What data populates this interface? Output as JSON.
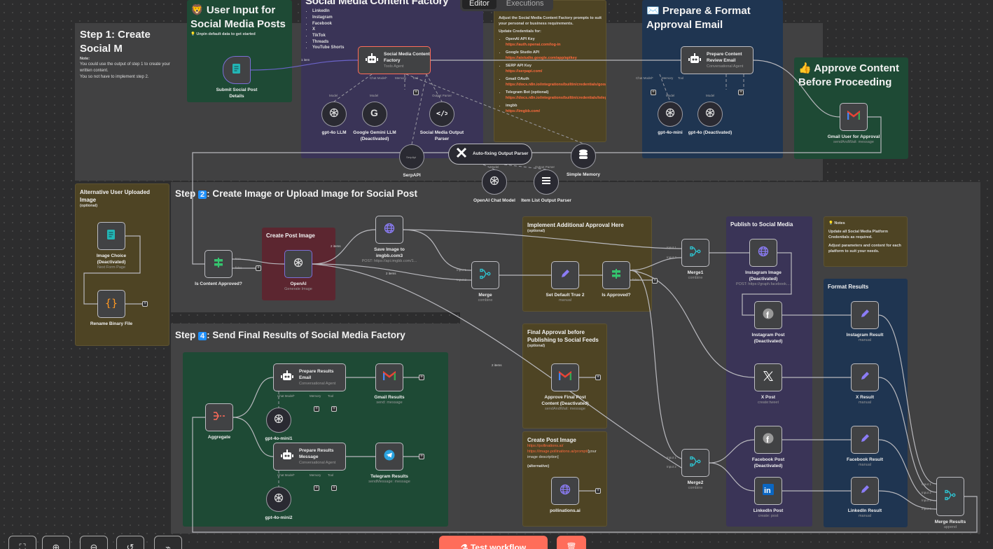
{
  "tabs": {
    "editor": "Editor",
    "executions": "Executions"
  },
  "toolbar": {
    "fit": "⛶",
    "zoom_in": "⊕",
    "zoom_out": "⊖",
    "reset": "↺",
    "tidy": "⌁",
    "test_workflow": "⚗ Test workflow",
    "delete": "🗑"
  },
  "colors": {
    "accent": "#ff6d5a",
    "note_yellow": "#4e4424",
    "note_green": "#1e4a35",
    "note_purple": "#3a3457",
    "note_blue": "#1f3551",
    "note_red": "#5c2630"
  },
  "notes": {
    "step1": {
      "title": "Step 1: Create Social M",
      "note_label": "Note:",
      "line1": "You could use the output of step 1 to create your written content.",
      "line2": "You so not have to implement step 2."
    },
    "user_input": {
      "title": "🦁 User Input for Social Media Posts",
      "hint": "💡 Unpin default data to get started"
    },
    "factory": {
      "title": "Social Media Content Factory",
      "platforms": [
        "LinkedIn",
        "Instagram",
        "Facebook",
        "X",
        "TikTok",
        "Threads",
        "YouTube Shorts"
      ]
    },
    "credentials": {
      "intro": "Adjust the Social Media Content Factory prompts to suit your personal or business requirements.",
      "update": "Update Credentials for:",
      "items": [
        {
          "name": "OpenAI API Key",
          "url": "https://auth.openai.com/log-in"
        },
        {
          "name": "Google Studio API",
          "url": "https://aistudio.google.com/app/apikey"
        },
        {
          "name": "SERP API Key",
          "url": "https://serpapi.com/"
        },
        {
          "name": "Gmail OAuth",
          "url": "https://docs.n8n.io/integrations/builtin/credentials/google/"
        },
        {
          "name": "Telegram Bot (optional)",
          "url": "https://docs.n8n.io/integrations/builtin/credentials/telegram/"
        },
        {
          "name": "imgbb",
          "url": "https://imgbb.com/"
        }
      ]
    },
    "prepare_email": {
      "title": "✉️ Prepare & Format Approval Email"
    },
    "approve": {
      "title": "👍 Approve Content Before Proceeding"
    },
    "alt_upload": {
      "title": "Alternative User Uploaded Image",
      "tag": "(optional)"
    },
    "step2": {
      "title_pre": "Step ",
      "badge": "2",
      "title_post": ": Create Image or Upload Image for Social Post"
    },
    "create_post_image": {
      "title": "Create Post Image"
    },
    "step4": {
      "title_pre": "Step ",
      "badge": "4",
      "title_post": ": Send Final Results of Social Media Factory"
    },
    "additional_approval": {
      "title": "Implement Additional Approval Here",
      "tag": "(optional)"
    },
    "final_approval": {
      "title": "Final Approval before Publishing to Social Feeds",
      "tag": "(optional)"
    },
    "create_post_image2": {
      "title": "Create Post Image",
      "url1": "https://pollinations.ai/",
      "url2": "https://image.pollinations.ai/prompt/",
      "url2_rest": "[your image description]",
      "tag": "(alternative)"
    },
    "publish": {
      "title": "Publish to Social Media"
    },
    "platform_notes": {
      "title": "💡 Notes",
      "line1": "Update all Social Media Platform Credentials as required.",
      "line2": "Adjust parameters and content for each platform to suit your needs."
    },
    "format_results": {
      "title": "Format Results"
    }
  },
  "nodes": {
    "submit": {
      "label": "Submit Social Post Details",
      "sub": "",
      "icon": "form-icon"
    },
    "factory_agent": {
      "label": "Social Media Content Factory",
      "sub": "Tools Agent",
      "icon": "robot-icon"
    },
    "gpt4o_llm": {
      "label": "gpt-4o LLM",
      "sub": "",
      "icon": "openai-icon"
    },
    "gemini": {
      "label": "Google Gemini LLM (Deactivated)",
      "sub": "",
      "icon": "google-icon"
    },
    "social_parser": {
      "label": "Social Media Output Parser",
      "sub": "",
      "icon": "code-icon"
    },
    "serpapi": {
      "label": "SerpAPI",
      "sub": "",
      "icon": "serpapi-icon"
    },
    "autofix": {
      "label": "Auto-fixing Output Parser",
      "sub": "",
      "icon": "tools-icon"
    },
    "memory": {
      "label": "Simple Memory",
      "sub": "",
      "icon": "database-icon"
    },
    "openai_chat": {
      "label": "OpenAI Chat Model",
      "sub": "",
      "icon": "openai-icon"
    },
    "item_list": {
      "label": "Item List Output Parser",
      "sub": "",
      "icon": "list-icon"
    },
    "review_email": {
      "label": "Prepare Content Review Email",
      "sub": "Conversational Agent",
      "icon": "robot-icon"
    },
    "gpt4o_mini": {
      "label": "gpt-4o-mini",
      "sub": "",
      "icon": "openai-icon"
    },
    "gpt4o": {
      "label": "gpt-4o (Deactivated)",
      "sub": "",
      "icon": "openai-icon"
    },
    "gmail_approval": {
      "label": "Gmail User for Approval",
      "sub": "sendAndWait: message",
      "icon": "gmail-icon"
    },
    "image_choice": {
      "label": "Image Choice (Deactivated)",
      "sub": "Next Form Page",
      "icon": "form-icon"
    },
    "rename": {
      "label": "Rename Binary File",
      "sub": "",
      "icon": "braces-icon"
    },
    "is_content_approved": {
      "label": "Is Content Approved?",
      "sub": "",
      "icon": "if-icon"
    },
    "openai_img": {
      "label": "OpenAI",
      "sub": "Generate Image",
      "icon": "openai-icon"
    },
    "imgbb": {
      "label": "Save Image to imgbb.com3",
      "sub": "POST: https://api.imgbb.com/1...",
      "icon": "globe-icon"
    },
    "merge": {
      "label": "Merge",
      "sub": "combine",
      "icon": "merge-icon"
    },
    "set_default": {
      "label": "Set Default True 2",
      "sub": "manual",
      "icon": "pen-icon"
    },
    "is_approved": {
      "label": "Is Approved?",
      "sub": "",
      "icon": "if-icon"
    },
    "merge1": {
      "label": "Merge1",
      "sub": "combine",
      "icon": "merge-icon"
    },
    "insta_image": {
      "label": "Instagram Image (Deactivated)",
      "sub": "POST: https://graph.facebook....",
      "icon": "globe-icon"
    },
    "insta_post": {
      "label": "Instagram Post (Deactivated)",
      "sub": "",
      "icon": "facebook-icon"
    },
    "insta_result": {
      "label": "Instagram Result",
      "sub": "manual",
      "icon": "pen-icon"
    },
    "x_post": {
      "label": "X Post",
      "sub": "create:tweet",
      "icon": "x-icon"
    },
    "x_result": {
      "label": "X Result",
      "sub": "manual",
      "icon": "pen-icon"
    },
    "fb_post": {
      "label": "Facebook Post (Deactivated)",
      "sub": "",
      "icon": "facebook-icon"
    },
    "fb_result": {
      "label": "Facebook Result",
      "sub": "manual",
      "icon": "pen-icon"
    },
    "li_post": {
      "label": "LinkedIn Post",
      "sub": "create: post",
      "icon": "linkedin-icon"
    },
    "li_result": {
      "label": "LinkedIn Result",
      "sub": "manual",
      "icon": "pen-icon"
    },
    "merge_results": {
      "label": "Merge Results",
      "sub": "append",
      "icon": "merge-icon"
    },
    "merge2": {
      "label": "Merge2",
      "sub": "combine",
      "icon": "merge-icon"
    },
    "approve_final": {
      "label": "Approve Final Post Content (Deactivated)",
      "sub": "sendAndWait: message",
      "icon": "gmail-icon"
    },
    "pollinations": {
      "label": "pollinations.ai",
      "sub": "",
      "icon": "globe-icon"
    },
    "aggregate": {
      "label": "Aggregate",
      "sub": "",
      "icon": "aggregate-icon"
    },
    "results_email": {
      "label": "Prepare Results Email",
      "sub": "Conversational Agent",
      "icon": "robot-icon"
    },
    "gmail_results": {
      "label": "Gmail Results",
      "sub": "send: message",
      "icon": "gmail-icon"
    },
    "results_msg": {
      "label": "Prepare Results Message",
      "sub": "Conversational Agent",
      "icon": "robot-icon"
    },
    "telegram_results": {
      "label": "Telegram Results",
      "sub": "sendMessage: message",
      "icon": "telegram-icon"
    },
    "gpt4o_mini1": {
      "label": "gpt-4o-mini1",
      "sub": "",
      "icon": "openai-icon"
    },
    "gpt4o_mini2": {
      "label": "gpt-4o-mini2",
      "sub": "",
      "icon": "openai-icon"
    }
  },
  "edge_labels": {
    "one_item": "1 item",
    "two_items": "2 items",
    "true": "true",
    "false": "false",
    "input1": "Input 1",
    "input2": "Input 2",
    "input3": "Input 3",
    "input4": "Input 4",
    "chat_model": "Chat Model*",
    "memory": "Memory",
    "tool": "Tool",
    "model": "Model",
    "output_parser": "Output Parser"
  }
}
